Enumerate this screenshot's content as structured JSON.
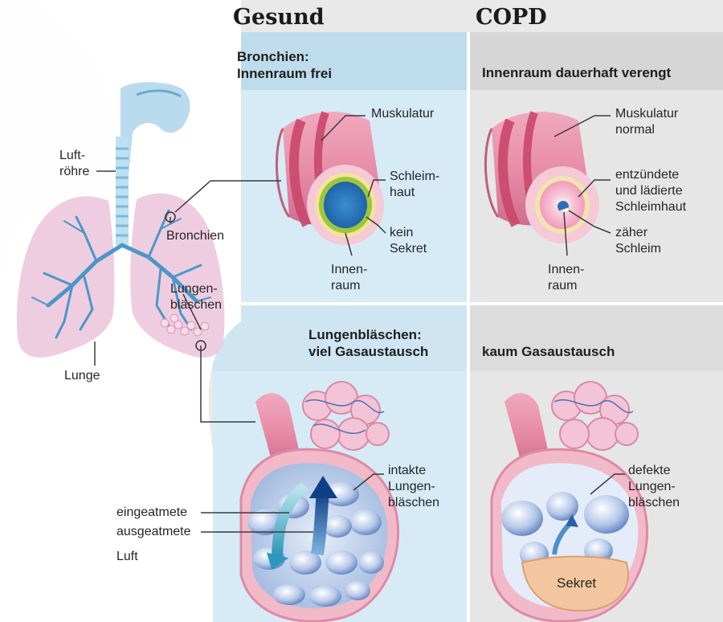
{
  "titles": {
    "healthy": "Gesund",
    "copd": "COPD"
  },
  "healthy": {
    "bronchi_heading": [
      "Bronchien:",
      "Innenraum frei"
    ],
    "bronchi_labels": {
      "musculature": "Muskulatur",
      "mucosa": [
        "Schleim-",
        "haut"
      ],
      "no_secretion": [
        "kein",
        "Sekret"
      ],
      "interior": [
        "Innen-",
        "raum"
      ]
    },
    "alveoli_heading": [
      "Lungenbläschen:",
      "viel Gasaustausch"
    ],
    "alveoli_labels": {
      "intact": [
        "intakte",
        "Lungen-",
        "bläschen"
      ],
      "inhaled": "eingeatmete",
      "exhaled": "ausgeatmete",
      "air": "Luft"
    }
  },
  "copd": {
    "bronchi_heading": "Innenraum dauerhaft verengt",
    "bronchi_labels": {
      "musculature": [
        "Muskulatur",
        "normal"
      ],
      "mucosa": [
        "entzündete",
        "und lädierte",
        "Schleimhaut"
      ],
      "mucus": [
        "zäher",
        "Schleim"
      ],
      "interior": [
        "Innen-",
        "raum"
      ]
    },
    "alveoli_heading": "kaum Gasaustausch",
    "alveoli_labels": {
      "defective": [
        "defekte",
        "Lungen-",
        "bläschen"
      ],
      "secretion": "Sekret"
    }
  },
  "anatomy": {
    "trachea": [
      "Luft-",
      "röhre"
    ],
    "bronchi": "Bronchien",
    "alveoli": [
      "Lungen-",
      "bläschen"
    ],
    "lung": "Lunge"
  },
  "colors": {
    "background": "#e9e9e9",
    "healthy_panel": "#d9ecf5",
    "copd_panel": "#e7e7e7",
    "lung_tissue": "#efc9dd",
    "airway_blue": "#5aa7cf",
    "muscle_pink": "#d97a97",
    "secretion": "#f2c49a"
  }
}
